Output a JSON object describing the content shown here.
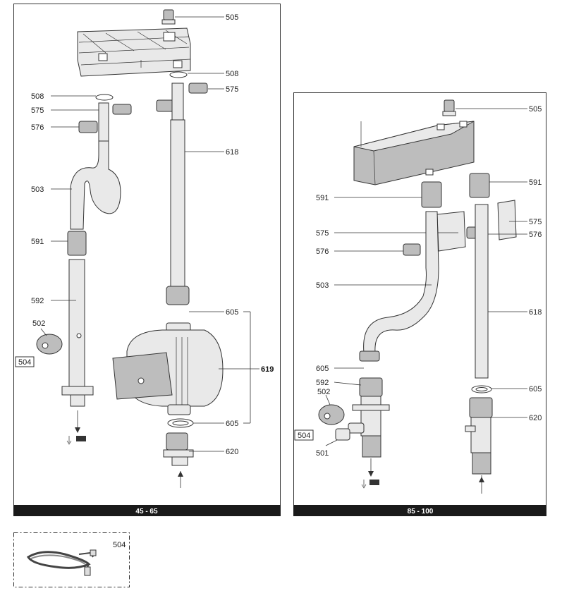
{
  "panels": [
    {
      "id": "left",
      "footer": "45 - 65"
    },
    {
      "id": "right",
      "footer": "85 - 100"
    }
  ],
  "left_labels": {
    "505": "505",
    "508_top": "508",
    "575_top": "575",
    "508": "508",
    "575": "575",
    "576": "576",
    "618": "618",
    "503": "503",
    "591": "591",
    "592": "592",
    "502": "502",
    "504": "504",
    "605_top": "605",
    "619": "619",
    "605_bottom": "605",
    "620": "620"
  },
  "right_labels": {
    "505": "505",
    "591_right": "591",
    "591_left": "591",
    "575_right": "575",
    "575_left": "575",
    "576_left": "576",
    "576_right": "576",
    "503": "503",
    "618": "618",
    "605_left": "605",
    "605_right": "605",
    "592": "592",
    "502": "502",
    "504": "504",
    "501": "501",
    "620": "620"
  },
  "inset": {
    "label": "504"
  }
}
